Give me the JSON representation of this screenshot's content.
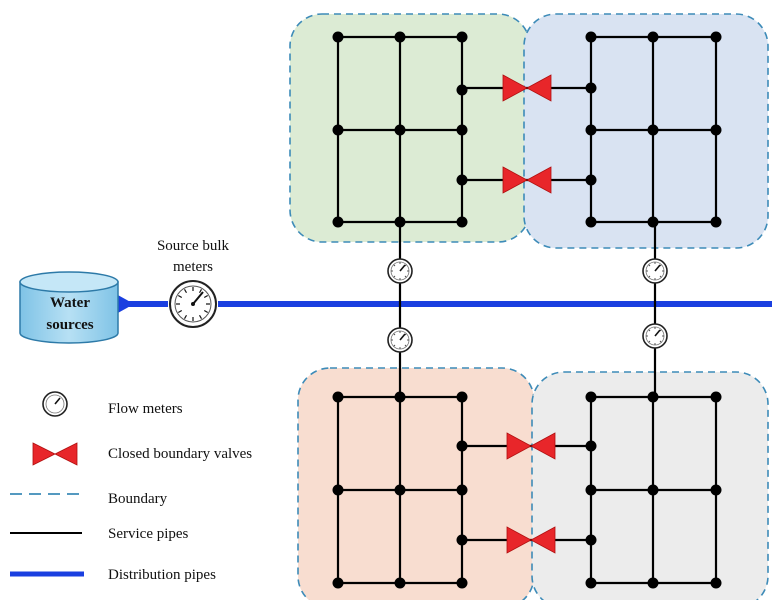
{
  "source": {
    "tank_line1": "Water",
    "tank_line2": "sources",
    "bulk_meter_line1": "Source bulk",
    "bulk_meter_line2": "meters"
  },
  "legend": {
    "flow_meters": "Flow meters",
    "closed_valves": "Closed boundary valves",
    "boundary": "Boundary",
    "service_pipes": "Service pipes",
    "distribution_pipes": "Distribution pipes"
  },
  "colors": {
    "zone_top_left": "#dcebd4",
    "zone_top_right": "#d9e3f2",
    "zone_bottom_left": "#f8ddd0",
    "zone_bottom_right": "#ececec",
    "boundary_line": "#3d8bb8",
    "distribution_pipe": "#1a3fe0",
    "service_pipe": "#000000",
    "valve": "#e8262a",
    "tank_fill": "#a9d7ef"
  }
}
